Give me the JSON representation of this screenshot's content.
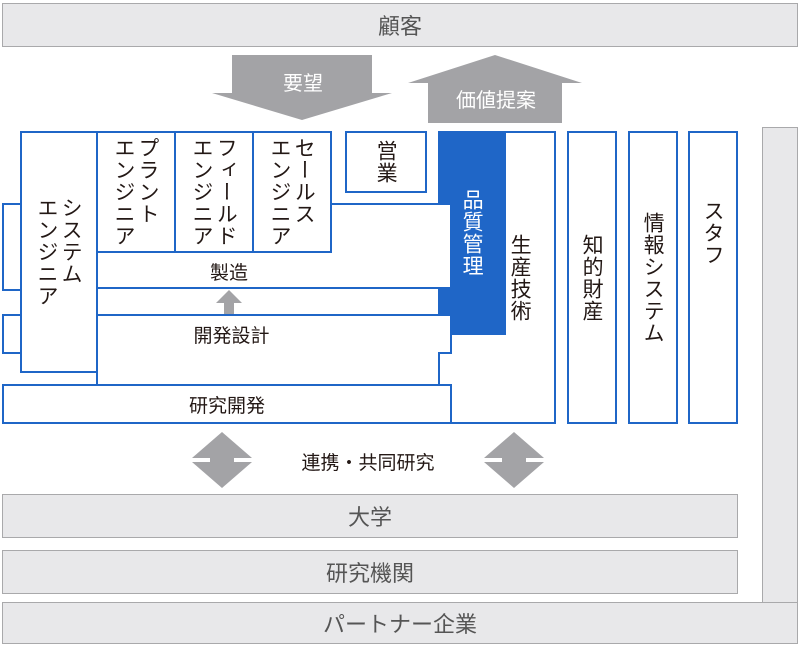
{
  "labels": {
    "customer": "顧客",
    "request": "要望",
    "value_proposal": "価値提案",
    "system_engineer": "システム\nエンジニア",
    "plant_engineer": "プラント\nエンジニア",
    "field_engineer": "フィールド\nエンジニア",
    "sales_engineer": "セールス\nエンジニア",
    "sales": "営業",
    "quality_control": "品質管理",
    "production_engineering": "生産技術",
    "intellectual_property": "知的財産",
    "information_system": "情報システム",
    "staff": "スタフ",
    "manufacturing": "製造",
    "development_design": "開発設計",
    "research_development": "研究開発",
    "collaboration": "連携・共同研究",
    "university": "大学",
    "research_institute": "研究機関",
    "partner_company": "パートナー企業"
  },
  "colors": {
    "blue": "#1f66c7",
    "gray_fill": "#e8e8ea",
    "gray_border": "#a9a9ab",
    "arrow_gray": "#a3a3a6"
  }
}
